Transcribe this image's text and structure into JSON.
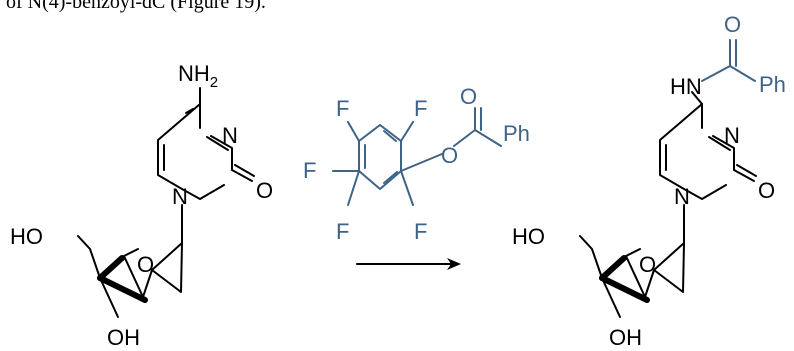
{
  "caption": "of N(4)-benzoyl-dC (Figure 19).",
  "colors": {
    "reagent": "#3f6287",
    "substrate": "#000000"
  },
  "substrate": {
    "amine": "NH",
    "amine_sub": "2",
    "ring_n": "N",
    "ring_n1": "N",
    "carbonyl_o": "O",
    "ring_o": "O",
    "ho": "HO",
    "oh": "OH"
  },
  "reagent": {
    "f1": "F",
    "f2": "F",
    "f3": "F",
    "f4": "F",
    "f5": "F",
    "ester_o": "O",
    "carbonyl_o": "O",
    "ph": "Ph"
  },
  "product": {
    "hn": "HN",
    "carbonyl_o": "O",
    "ph": "Ph",
    "ring_n": "N",
    "ring_n1": "N",
    "ring_o_carbonyl": "O",
    "ring_o": "O",
    "ho": "HO",
    "oh": "OH"
  }
}
